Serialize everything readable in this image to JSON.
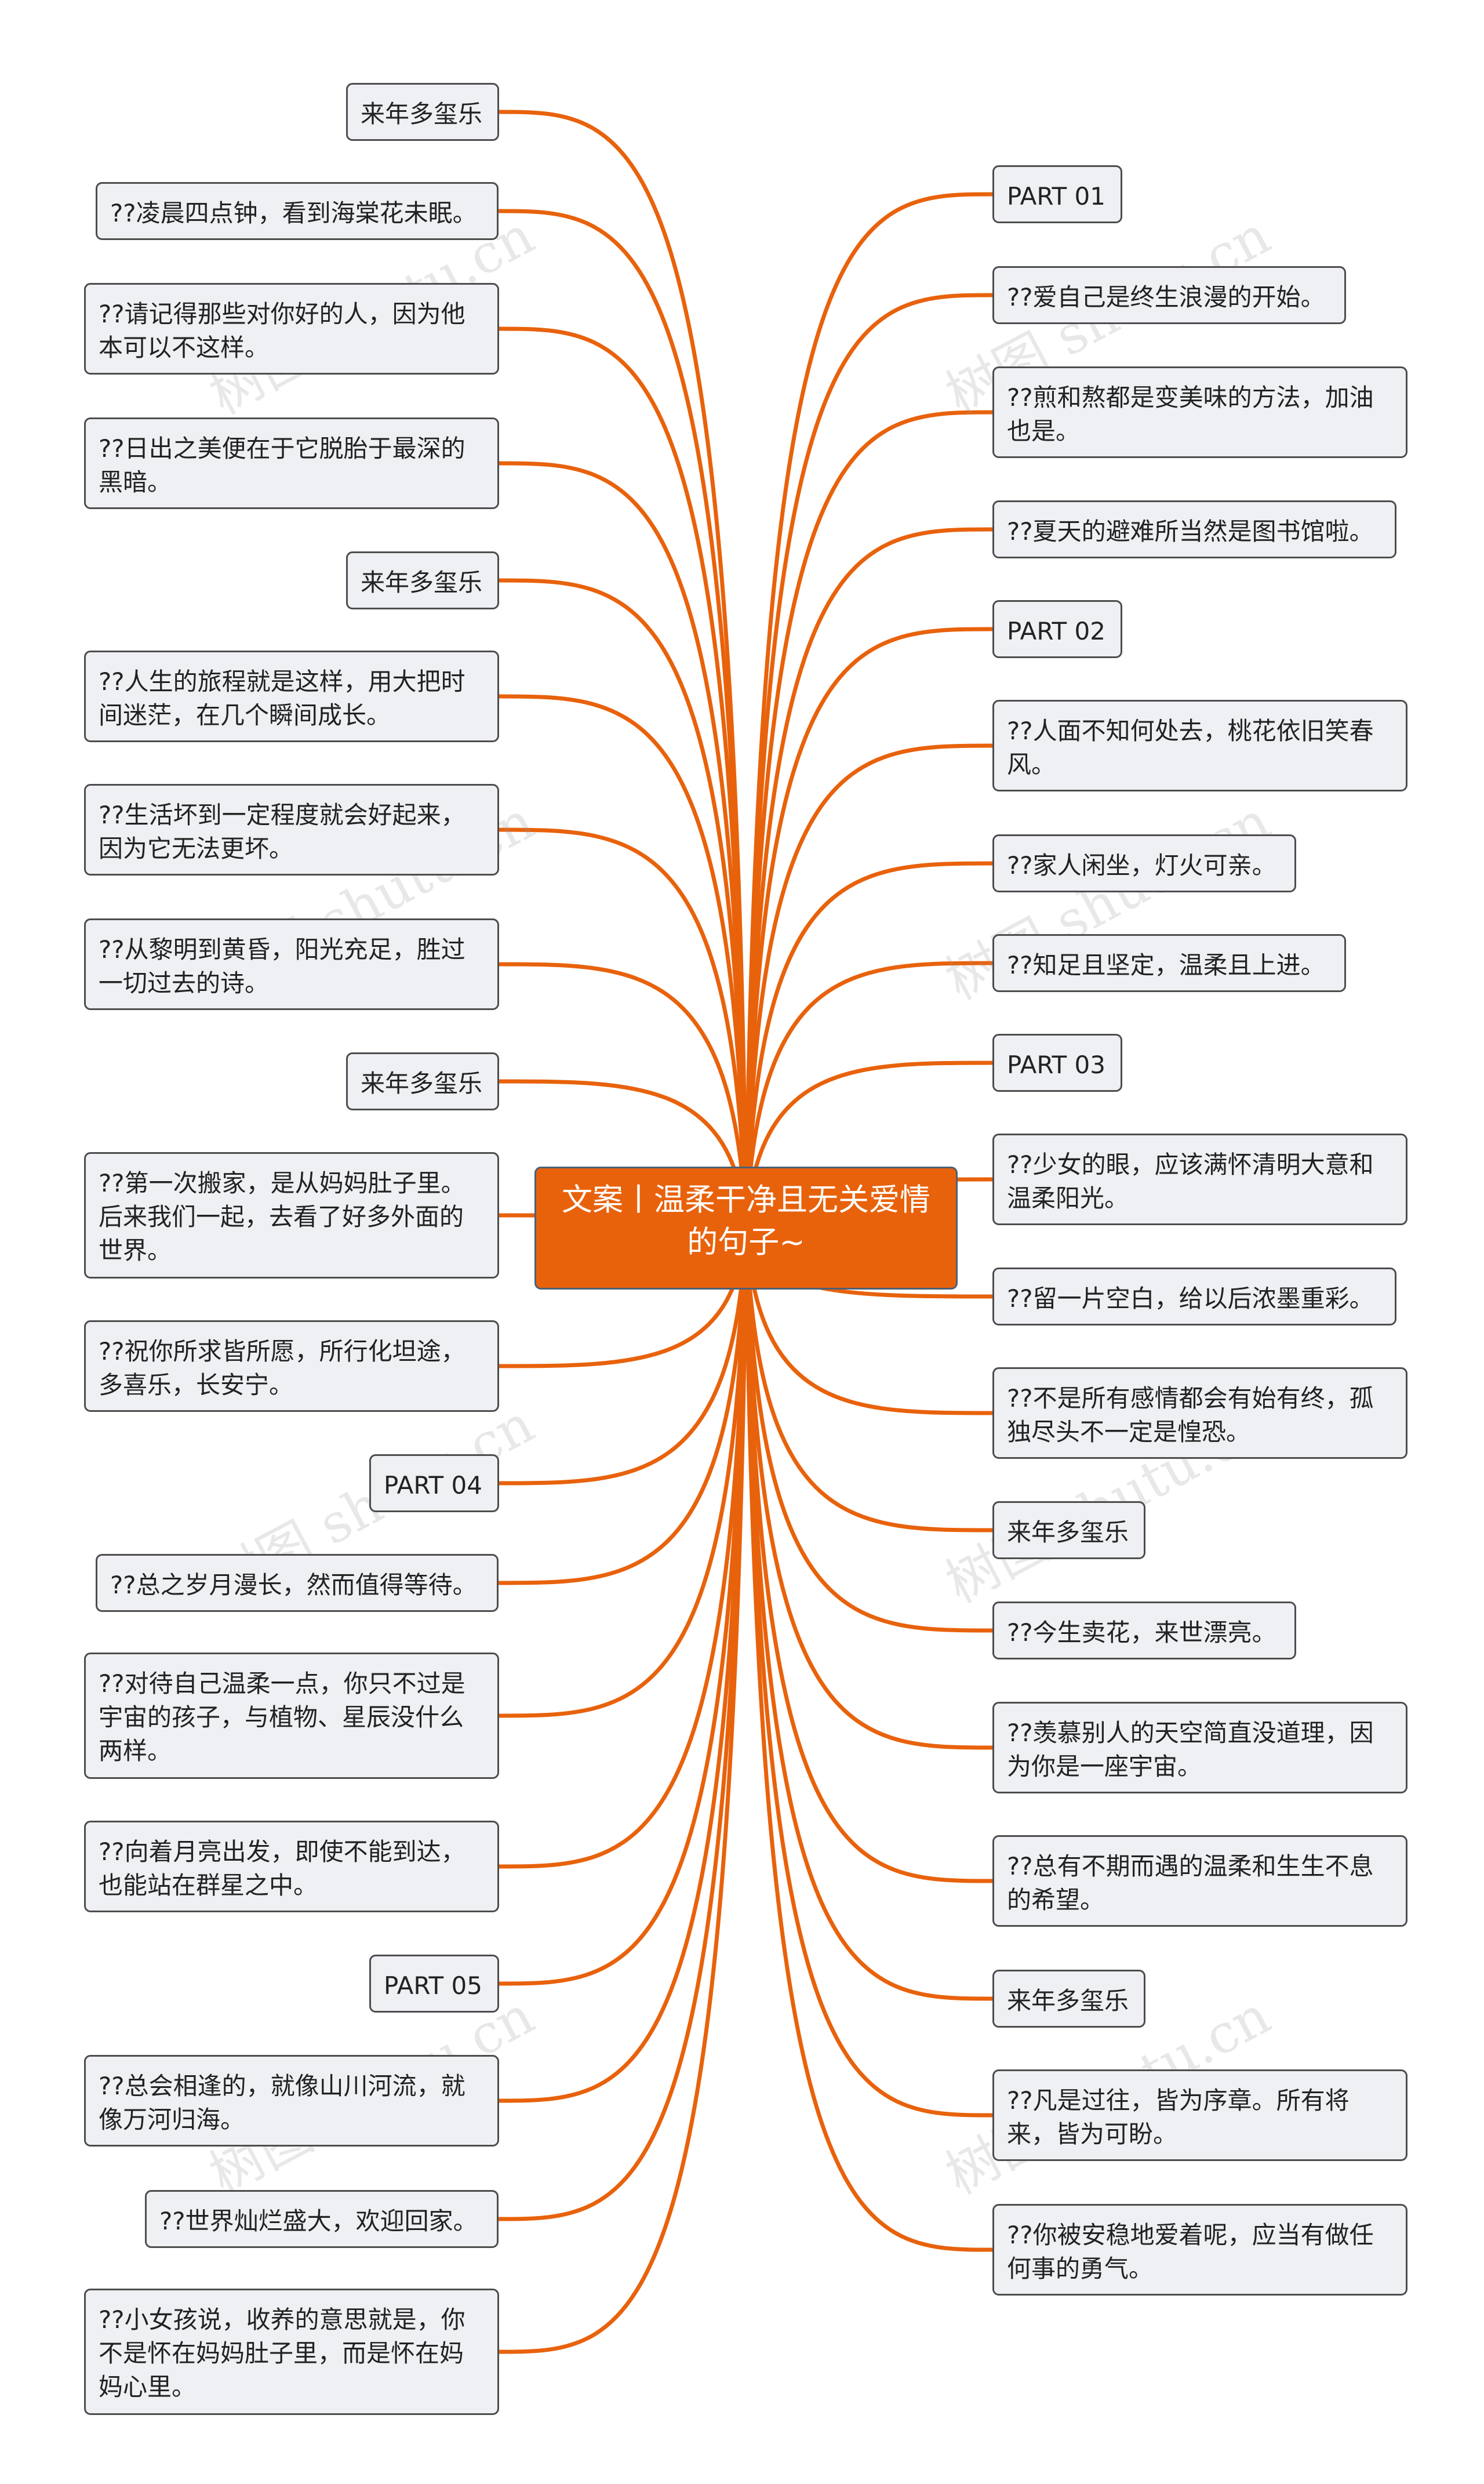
{
  "root": {
    "label": "文案丨温柔干净且无关爱情的句子~"
  },
  "watermark": "树图 shutu.cn",
  "colors": {
    "link": "#e8620c",
    "root_fill": "#e8620c",
    "node_fill": "#eef0f3",
    "node_border": "#4d4d4d"
  },
  "left_nodes": [
    "来年多玺乐",
    "??凌晨四点钟，看到海棠花未眠。",
    "??请记得那些对你好的人，因为他本可以不这样。",
    "??日出之美便在于它脱胎于最深的黑暗。",
    "来年多玺乐",
    "??人生的旅程就是这样，用大把时间迷茫，在几个瞬间成长。",
    "??生活坏到一定程度就会好起来，因为它无法更坏。",
    "??从黎明到黄昏，阳光充足，胜过一切过去的诗。",
    "来年多玺乐",
    "??第一次搬家，是从妈妈肚子里。后来我们一起，去看了好多外面的世界。",
    "??祝你所求皆所愿，所行化坦途，多喜乐，长安宁。",
    "PART 04",
    "??总之岁月漫长，然而值得等待。",
    "??对待自己温柔一点，你只不过是宇宙的孩子，与植物、星辰没什么两样。",
    "??向着月亮出发，即使不能到达，也能站在群星之中。",
    "PART 05",
    "??总会相逢的，就像山川河流，就像万河归海。",
    "??世界灿烂盛大，欢迎回家。",
    "??小女孩说，收养的意思就是，你不是怀在妈妈肚子里，而是怀在妈妈心里。"
  ],
  "right_nodes": [
    "PART 01",
    "??爱自己是终生浪漫的开始。",
    "??煎和熬都是变美味的方法，加油也是。",
    "??夏天的避难所当然是图书馆啦。",
    "PART 02",
    "??人面不知何处去，桃花依旧笑春风。",
    "??家人闲坐，灯火可亲。",
    "??知足且坚定，温柔且上进。",
    "PART 03",
    "??少女的眼，应该满怀清明大意和温柔阳光。",
    "??留一片空白，给以后浓墨重彩。",
    "??不是所有感情都会有始有终，孤独尽头不一定是惶恐。",
    "来年多玺乐",
    "??今生卖花，来世漂亮。",
    "??羡慕别人的天空简直没道理，因为你是一座宇宙。",
    "??总有不期而遇的温柔和生生不息的希望。",
    "来年多玺乐",
    "??凡是过往，皆为序章。所有将来，皆为可盼。",
    "??你被安稳地爱着呢，应当有做任何事的勇气。"
  ]
}
